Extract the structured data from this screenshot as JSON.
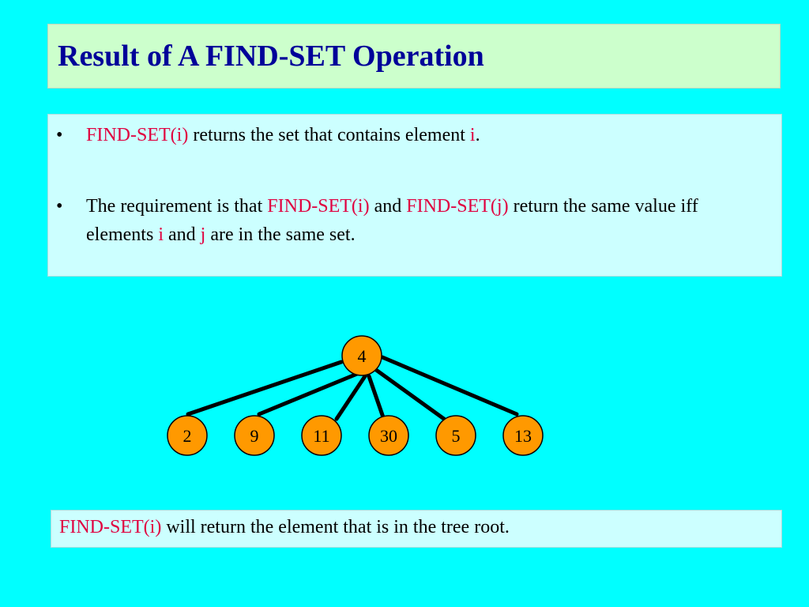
{
  "title": "Result of A FIND-SET Operation",
  "bullets": [
    {
      "marker": "•",
      "parts": [
        {
          "text": "FIND-SET(i)",
          "color": "#E00040"
        },
        {
          "text": " returns the set that contains element "
        },
        {
          "text": "i",
          "color": "#E00040"
        },
        {
          "text": "."
        }
      ]
    },
    {
      "marker": "•",
      "parts": [
        {
          "text": "The requirement is that "
        },
        {
          "text": "FIND-SET(i)",
          "color": "#E00040"
        },
        {
          "text": " and "
        },
        {
          "text": "FIND-SET(j)",
          "color": "#E00040"
        },
        {
          "text": " return the same value iff elements "
        },
        {
          "text": "i",
          "color": "#E00040"
        },
        {
          "text": " and "
        },
        {
          "text": "j",
          "color": "#E00040"
        },
        {
          "text": " are in the same set."
        }
      ]
    }
  ],
  "tree": {
    "root": "4",
    "children": [
      "2",
      "9",
      "11",
      "30",
      "5",
      "13"
    ],
    "node_fill": "#FF9900",
    "edge_color": "#000000"
  },
  "bottom_note": {
    "highlight": "FIND-SET(i)",
    "rest": " will return the element that is in the tree root."
  },
  "colors": {
    "background": "#00FFFF",
    "title_bg": "#CCFFCC",
    "title_text": "#000099",
    "box_bg": "#CCFFFF",
    "accent": "#E00040"
  }
}
